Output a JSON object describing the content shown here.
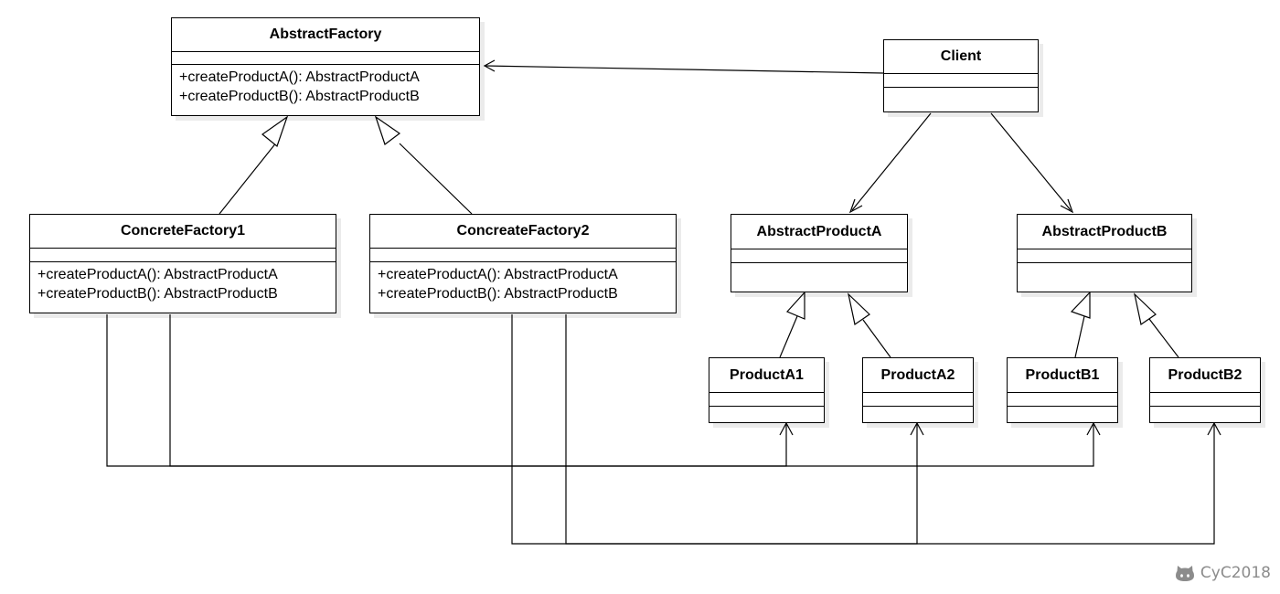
{
  "classes": {
    "abstract_factory": {
      "name": "AbstractFactory",
      "methods": [
        "+createProductA(): AbstractProductA",
        "+createProductB(): AbstractProductB"
      ]
    },
    "client": {
      "name": "Client"
    },
    "concrete_factory_1": {
      "name": "ConcreteFactory1",
      "methods": [
        "+createProductA(): AbstractProductA",
        "+createProductB(): AbstractProductB"
      ]
    },
    "concrete_factory_2": {
      "name": "ConcreateFactory2",
      "methods": [
        "+createProductA(): AbstractProductA",
        "+createProductB(): AbstractProductB"
      ]
    },
    "abstract_product_a": {
      "name": "AbstractProductA"
    },
    "abstract_product_b": {
      "name": "AbstractProductB"
    },
    "product_a1": {
      "name": "ProductA1"
    },
    "product_a2": {
      "name": "ProductA2"
    },
    "product_b1": {
      "name": "ProductB1"
    },
    "product_b2": {
      "name": "ProductB2"
    }
  },
  "watermark": {
    "text": "CyC2018",
    "icon": "github-icon"
  },
  "colors": {
    "line": "#000000",
    "watermark": "#8c8c8c"
  }
}
